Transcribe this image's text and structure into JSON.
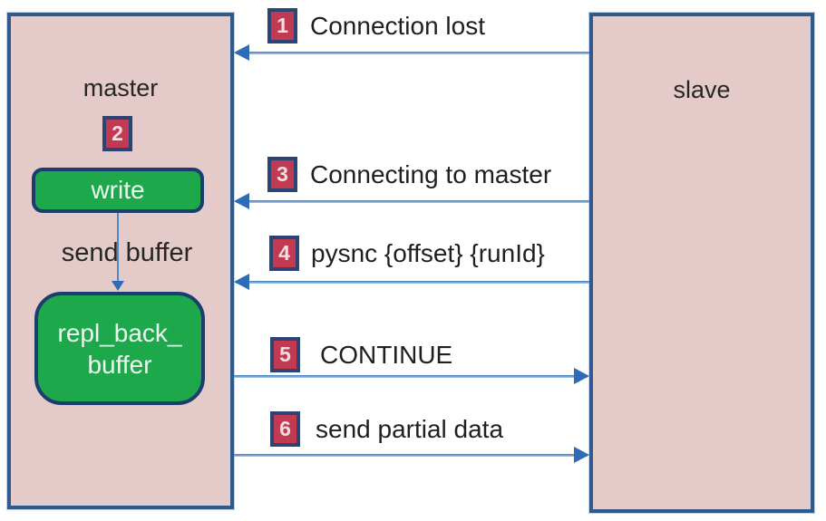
{
  "master": {
    "label": "master",
    "step_badge": "2",
    "write_label": "write",
    "send_buffer_label": "send buffer",
    "repl_buffer_line1": "repl_back_",
    "repl_buffer_line2": "buffer"
  },
  "slave": {
    "label": "slave"
  },
  "messages": [
    {
      "num": "1",
      "label": "Connection lost",
      "from": "slave",
      "to": "master"
    },
    {
      "num": "3",
      "label": "Connecting to master",
      "from": "slave",
      "to": "master"
    },
    {
      "num": "4",
      "label": "pysnc {offset} {runId}",
      "from": "slave",
      "to": "master"
    },
    {
      "num": "5",
      "label": "CONTINUE",
      "from": "master",
      "to": "slave"
    },
    {
      "num": "6",
      "label": "send partial data",
      "from": "master",
      "to": "slave"
    }
  ],
  "colors": {
    "node_fill": "#e5caca",
    "node_border": "#2f5a8f",
    "green_fill": "#1ea84c",
    "green_border": "#1c3e6e",
    "badge_fill": "#c23a52",
    "badge_border": "#2d4373",
    "arrow_line": "#4e88c7",
    "arrow_head": "#2e6cb5",
    "text": "#1f1f1f"
  }
}
